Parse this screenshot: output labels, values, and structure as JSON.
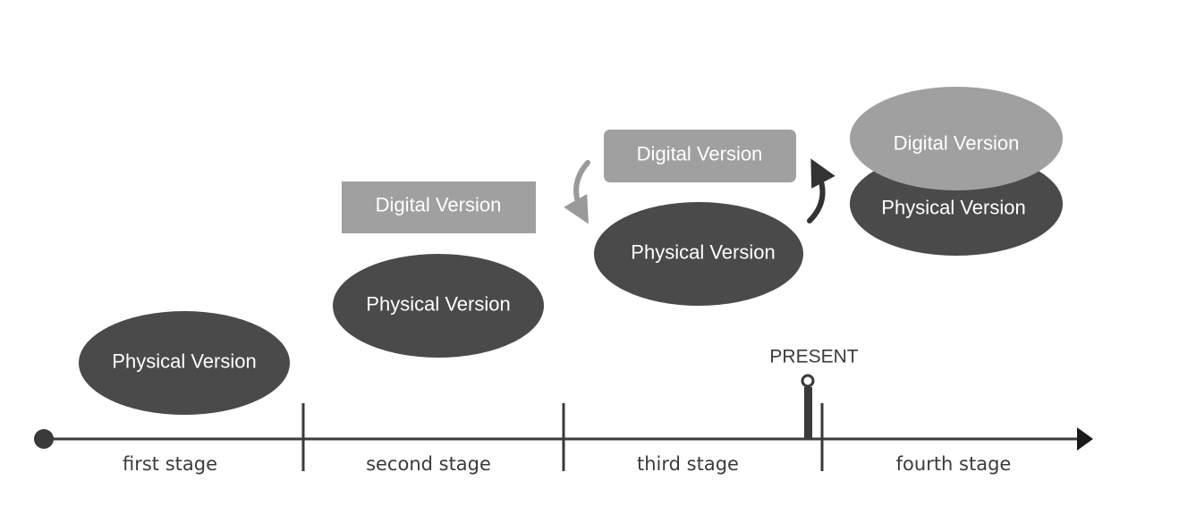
{
  "colors": {
    "physical": "#4a4a4a",
    "digital": "#a0a0a0",
    "axis": "#3a3a3a",
    "arrow_down": "#9a9a9a",
    "arrow_up": "#333333"
  },
  "labels": {
    "physical": "Physical Version",
    "digital": "Digital Version",
    "present": "PRESENT"
  },
  "stages": [
    {
      "label": "first stage"
    },
    {
      "label": "second stage"
    },
    {
      "label": "third stage"
    },
    {
      "label": "fourth stage"
    }
  ]
}
